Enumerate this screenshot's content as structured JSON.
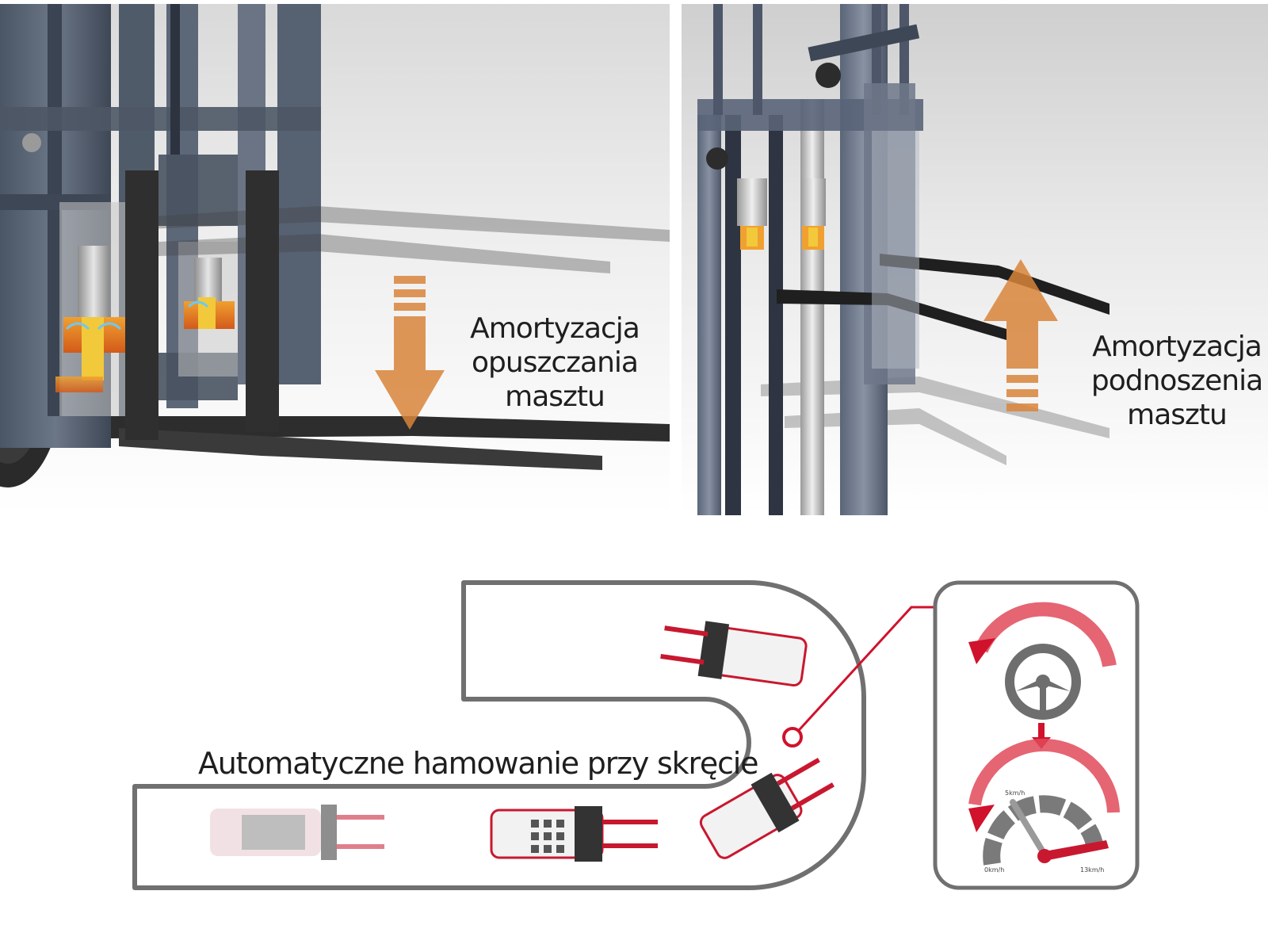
{
  "mast_lowering": {
    "caption_lines": [
      "Amortyzacja",
      "opuszczania",
      "masztu"
    ],
    "arrow_direction": "down",
    "arrow_color": "#d9853b"
  },
  "mast_lifting": {
    "caption_lines": [
      "Amortyzacja",
      "podnoszenia",
      "masztu"
    ],
    "arrow_direction": "up",
    "arrow_color": "#d9853b"
  },
  "turn_braking": {
    "caption": "Automatyczne hamowanie przy skręcie",
    "accent_color": "#d0122c",
    "speedometer": {
      "label_min": "0km/h",
      "label_mid": "5km/h",
      "label_max": "13km/h"
    }
  },
  "icons": [
    "steering-wheel-icon",
    "speedometer-icon",
    "forklift-icon",
    "down-arrow-icon",
    "up-arrow-icon",
    "rotate-arrow-icon"
  ]
}
